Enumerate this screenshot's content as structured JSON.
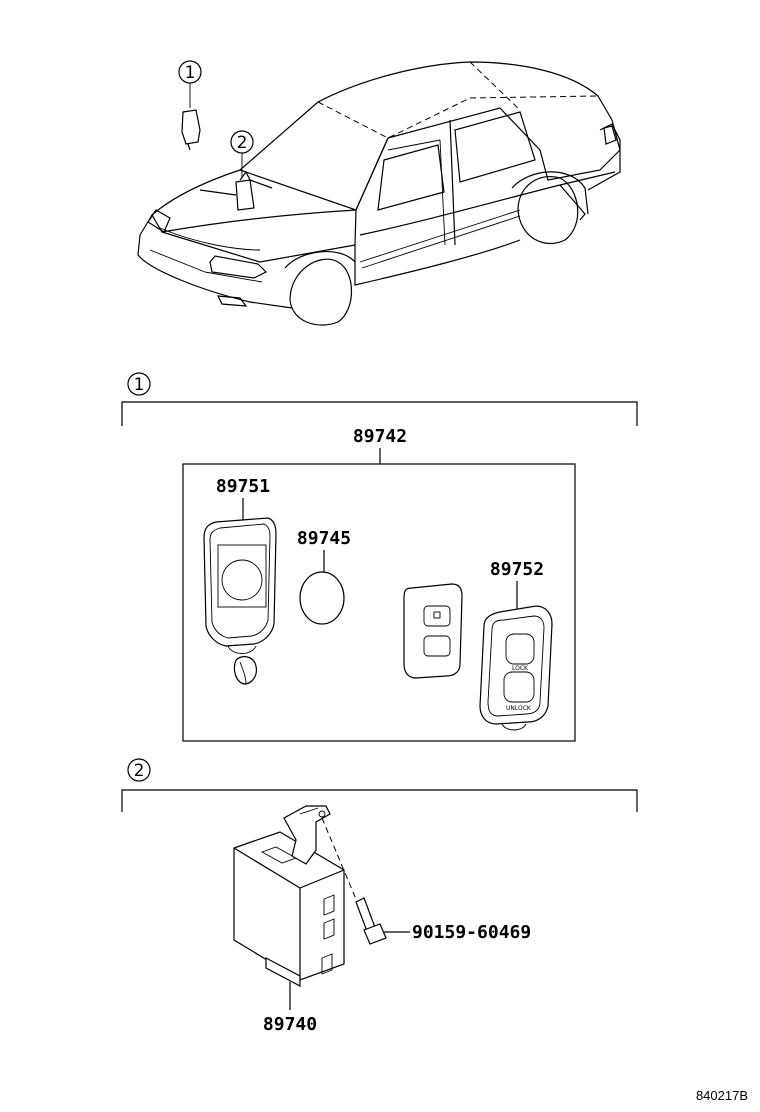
{
  "callouts": {
    "c1": "1",
    "c2": "2",
    "sec1": "1",
    "sec2": "2"
  },
  "parts": {
    "p89742": "89742",
    "p89751": "89751",
    "p89745": "89745",
    "p89752": "89752",
    "p89740": "89740",
    "p90159": "90159-60469"
  },
  "fob": {
    "lock": "LOCK",
    "unlock": "UNLOCK"
  },
  "diagram_code": "840217B"
}
